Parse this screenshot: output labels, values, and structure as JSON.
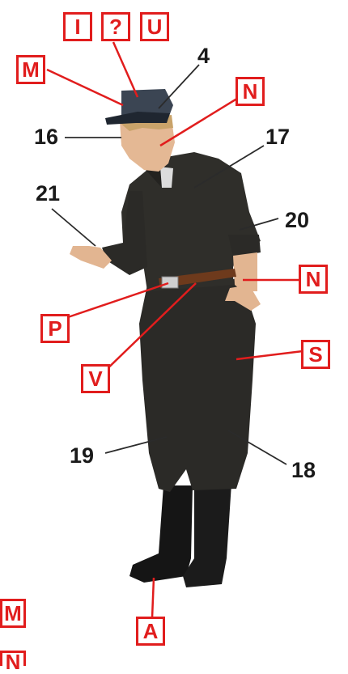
{
  "colors": {
    "accent": "#e11d1d",
    "uniform": "#2b2a27",
    "skin": "#e4b894",
    "cap": "#3b4553"
  },
  "letter_labels": {
    "i": "I",
    "q": "?",
    "u": "U",
    "m_cap": "M",
    "n_neck": "N",
    "n_hand": "N",
    "p_buckle": "P",
    "v_belt": "V",
    "s_trousers": "S",
    "a_boots": "A",
    "m_legend": "M",
    "n_legend": "N"
  },
  "number_labels": {
    "n4": "4",
    "n16": "16",
    "n17": "17",
    "n20": "20",
    "n21": "21",
    "n19": "19",
    "n18": "18"
  }
}
